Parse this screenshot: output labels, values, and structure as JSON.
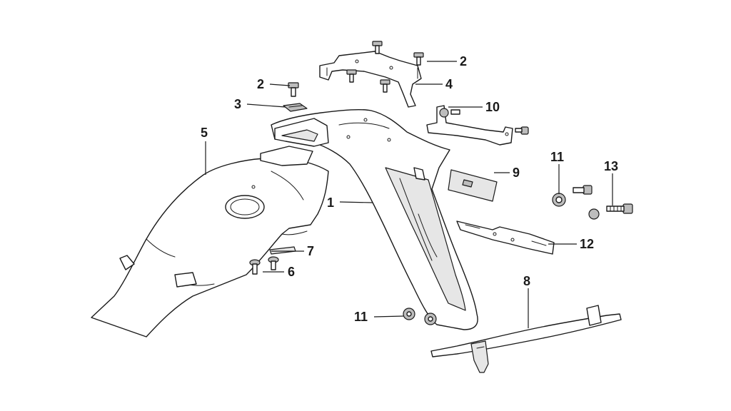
{
  "callouts": [
    {
      "id": "c1",
      "label": "1"
    },
    {
      "id": "c2a",
      "label": "2"
    },
    {
      "id": "c2b",
      "label": "2"
    },
    {
      "id": "c3",
      "label": "3"
    },
    {
      "id": "c4",
      "label": "4"
    },
    {
      "id": "c5",
      "label": "5"
    },
    {
      "id": "c6",
      "label": "6"
    },
    {
      "id": "c7",
      "label": "7"
    },
    {
      "id": "c8",
      "label": "8"
    },
    {
      "id": "c9",
      "label": "9"
    },
    {
      "id": "c10",
      "label": "10"
    },
    {
      "id": "c11a",
      "label": "11"
    },
    {
      "id": "c11b",
      "label": "11"
    },
    {
      "id": "c12",
      "label": "12"
    },
    {
      "id": "c13",
      "label": "13"
    }
  ]
}
